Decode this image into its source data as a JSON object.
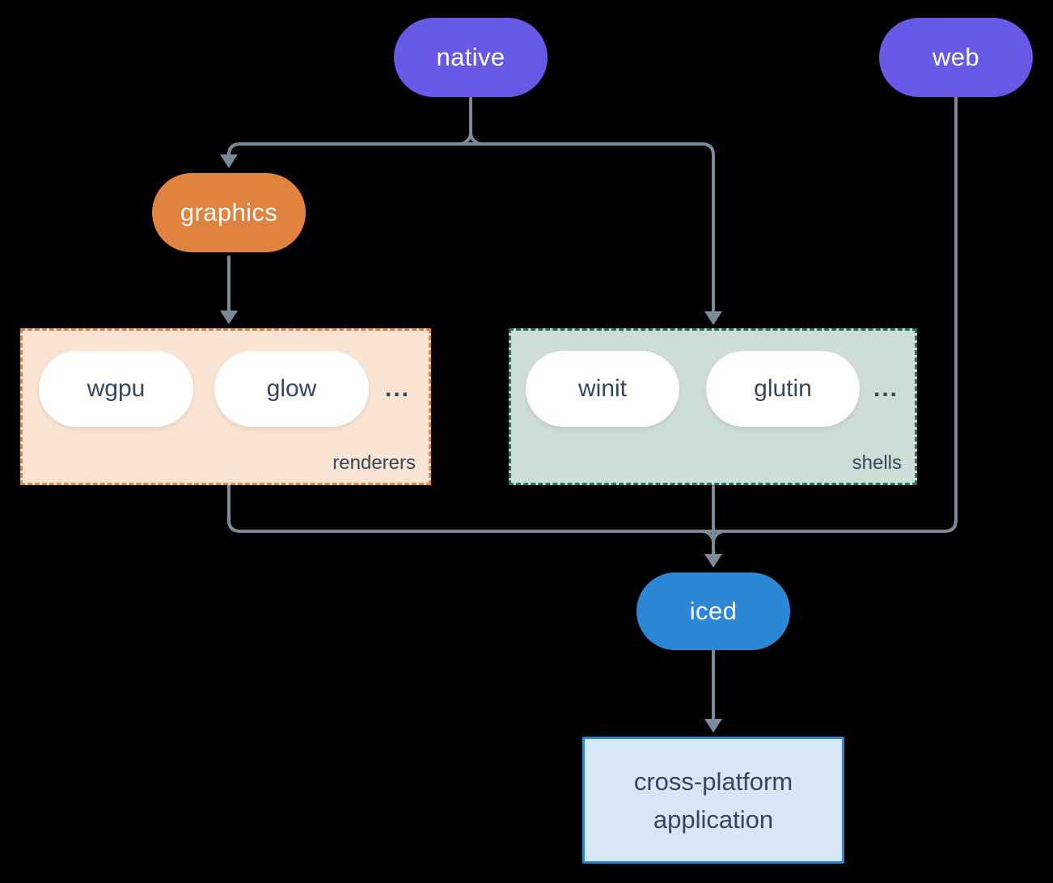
{
  "colors": {
    "background": "#000000",
    "node_purple": "#6759E6",
    "node_orange": "#E08340",
    "node_blue": "#2D87D7",
    "renderers_bg": "#FAE5D5",
    "renderers_border": "#E08340",
    "shells_bg": "#CEDDD6",
    "shells_border": "#1E7362",
    "app_bg": "#D8E7F8",
    "app_border": "#2D87D7",
    "inner_pill_bg": "#FFFFFF",
    "pill_text": "#FFFFFF",
    "dark_text": "#36465A",
    "connector": "#7B8A99"
  },
  "diagram": {
    "nodes": {
      "native": {
        "label": "native"
      },
      "web": {
        "label": "web"
      },
      "graphics": {
        "label": "graphics"
      },
      "iced": {
        "label": "iced"
      },
      "application": {
        "lines": [
          "cross-platform",
          "application"
        ]
      }
    },
    "groups": {
      "renderers": {
        "label": "renderers",
        "items": [
          "wgpu",
          "glow"
        ],
        "ellipsis": "..."
      },
      "shells": {
        "label": "shells",
        "items": [
          "winit",
          "glutin"
        ],
        "ellipsis": "..."
      }
    },
    "edges": [
      {
        "from": "native",
        "to": "graphics"
      },
      {
        "from": "native",
        "to": "shells"
      },
      {
        "from": "graphics",
        "to": "renderers"
      },
      {
        "from": "renderers",
        "to": "iced"
      },
      {
        "from": "shells",
        "to": "iced"
      },
      {
        "from": "web",
        "to": "iced"
      },
      {
        "from": "iced",
        "to": "application"
      }
    ]
  }
}
